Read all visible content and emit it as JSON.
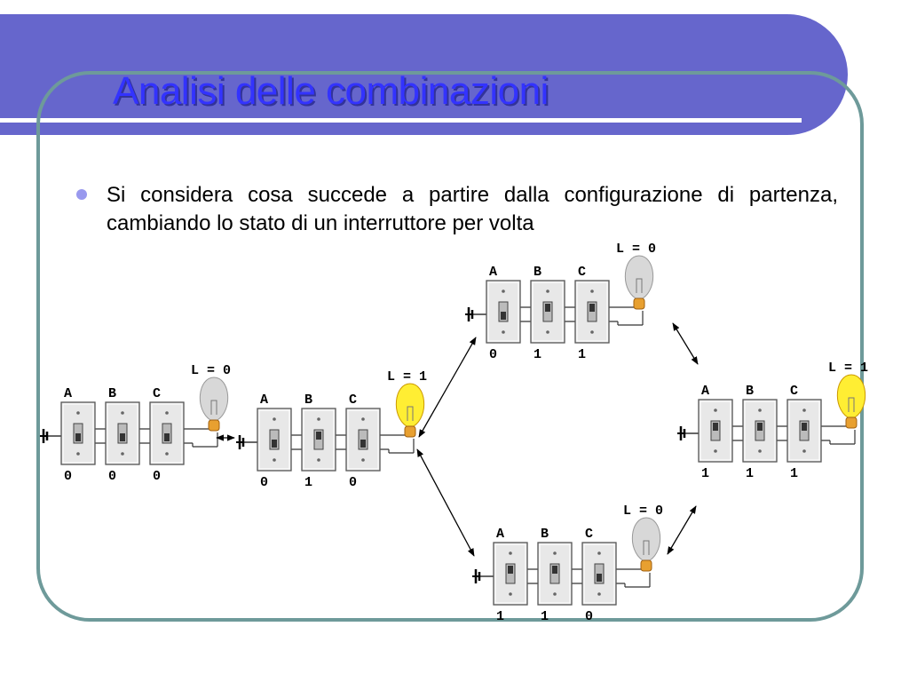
{
  "title": "Analisi delle combinazioni",
  "bullet": "Si considera cosa succede a partire dalla configurazione di partenza, cambiando lo stato di un interruttore per volta",
  "colors": {
    "banner": "#6666cc",
    "title": "#3333ff",
    "frame": "#6e9a9a",
    "bulb_on": "#ffee33",
    "bulb_off": "#d8d8d8"
  },
  "configs": [
    {
      "id": "start",
      "lamp": "L = 0",
      "lit": false,
      "switch_labels": [
        "A",
        "B",
        "C"
      ],
      "states": [
        "0",
        "0",
        "0"
      ]
    },
    {
      "id": "b1",
      "lamp": "L = 1",
      "lit": true,
      "switch_labels": [
        "A",
        "B",
        "C"
      ],
      "states": [
        "0",
        "1",
        "0"
      ]
    },
    {
      "id": "b1c1",
      "lamp": "L = 0",
      "lit": false,
      "switch_labels": [
        "A",
        "B",
        "C"
      ],
      "states": [
        "0",
        "1",
        "1"
      ]
    },
    {
      "id": "a1b1",
      "lamp": "L = 0",
      "lit": false,
      "switch_labels": [
        "A",
        "B",
        "C"
      ],
      "states": [
        "1",
        "1",
        "0"
      ]
    },
    {
      "id": "all1",
      "lamp": "L = 1",
      "lit": true,
      "switch_labels": [
        "A",
        "B",
        "C"
      ],
      "states": [
        "1",
        "1",
        "1"
      ]
    }
  ]
}
